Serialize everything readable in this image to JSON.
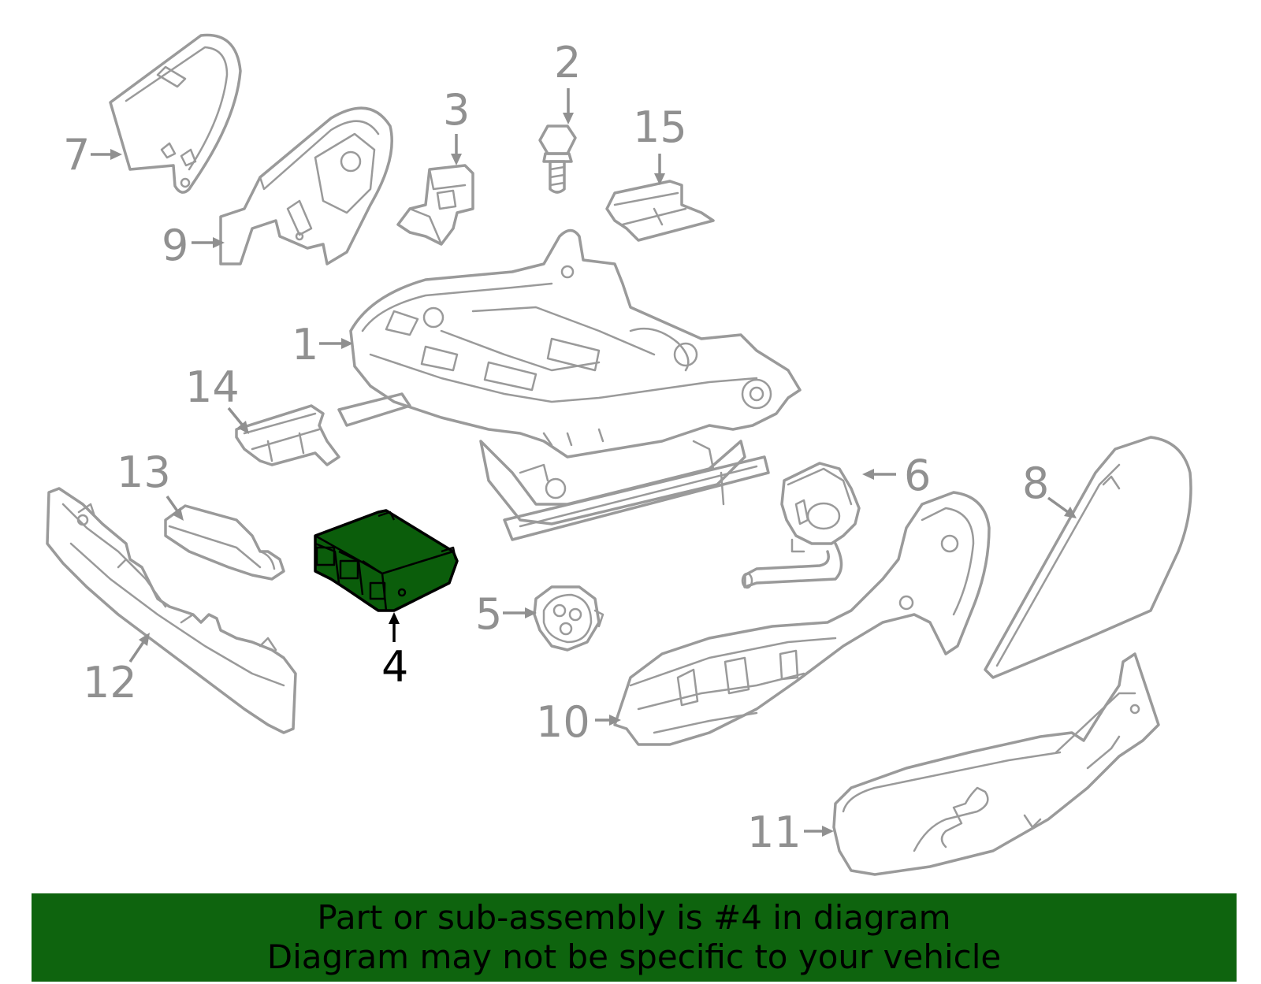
{
  "diagram": {
    "highlighted_part": "4",
    "highlight_color": "#0b5d0b",
    "line_color": "#9a9a9a",
    "callouts": {
      "c1": "1",
      "c2": "2",
      "c3": "3",
      "c4": "4",
      "c5": "5",
      "c6": "6",
      "c7": "7",
      "c8": "8",
      "c9": "9",
      "c10": "10",
      "c11": "11",
      "c12": "12",
      "c13": "13",
      "c14": "14",
      "c15": "15"
    }
  },
  "banner": {
    "line1": "Part or sub-assembly is #4 in diagram",
    "line2": "Diagram may not be specific to your vehicle",
    "background": "#0e640e"
  }
}
